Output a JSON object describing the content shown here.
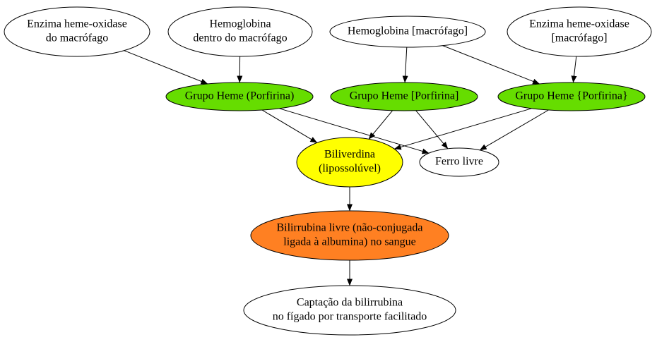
{
  "colors": {
    "white": "#ffffff",
    "green": "#66dd00",
    "yellow": "#ffff00",
    "orange": "#ff8022",
    "line": "#000000"
  },
  "nodes": {
    "enzima_macrofago": {
      "line1": "Enzima heme-oxidase",
      "line2": "do macrófago",
      "fill": "white"
    },
    "hemoglobina_dentro": {
      "line1": "Hemoglobina",
      "line2": "dentro do macrófago",
      "fill": "white"
    },
    "hemoglobina_macrofago": {
      "line1": "Hemoglobina [macrófago]",
      "line2": "",
      "fill": "white"
    },
    "enzima_macrofago_b": {
      "line1": "Enzima heme-oxidase",
      "line2": "[macrófago]",
      "fill": "white"
    },
    "grupo_heme_1": {
      "line1": "Grupo Heme (Porfirina)",
      "line2": "",
      "fill": "green"
    },
    "grupo_heme_2": {
      "line1": "Grupo Heme [Porfirina]",
      "line2": "",
      "fill": "green"
    },
    "grupo_heme_3": {
      "line1": "Grupo Heme {Porfirina}",
      "line2": "",
      "fill": "green"
    },
    "biliverdina": {
      "line1": "Biliverdina",
      "line2": "(lipossolúvel)",
      "fill": "yellow"
    },
    "ferro_livre": {
      "line1": "Ferro livre",
      "line2": "",
      "fill": "white"
    },
    "bilirrubina_livre": {
      "line1": "Bilirrubina livre (não-conjugada",
      "line2": "ligada à albumina) no sangue",
      "fill": "orange"
    },
    "captacao": {
      "line1": "Captação da bilirrubina",
      "line2": "no fígado por transporte facilitado",
      "fill": "white"
    }
  },
  "edges": [
    {
      "from": "enzima_macrofago",
      "to": "grupo_heme_1"
    },
    {
      "from": "hemoglobina_dentro",
      "to": "grupo_heme_1"
    },
    {
      "from": "hemoglobina_macrofago",
      "to": "grupo_heme_2"
    },
    {
      "from": "hemoglobina_macrofago",
      "to": "grupo_heme_3"
    },
    {
      "from": "enzima_macrofago_b",
      "to": "grupo_heme_3"
    },
    {
      "from": "grupo_heme_1",
      "to": "biliverdina"
    },
    {
      "from": "grupo_heme_1",
      "to": "ferro_livre"
    },
    {
      "from": "grupo_heme_2",
      "to": "biliverdina"
    },
    {
      "from": "grupo_heme_2",
      "to": "ferro_livre"
    },
    {
      "from": "grupo_heme_3",
      "to": "biliverdina"
    },
    {
      "from": "grupo_heme_3",
      "to": "ferro_livre"
    },
    {
      "from": "biliverdina",
      "to": "bilirrubina_livre"
    },
    {
      "from": "bilirrubina_livre",
      "to": "captacao"
    }
  ]
}
